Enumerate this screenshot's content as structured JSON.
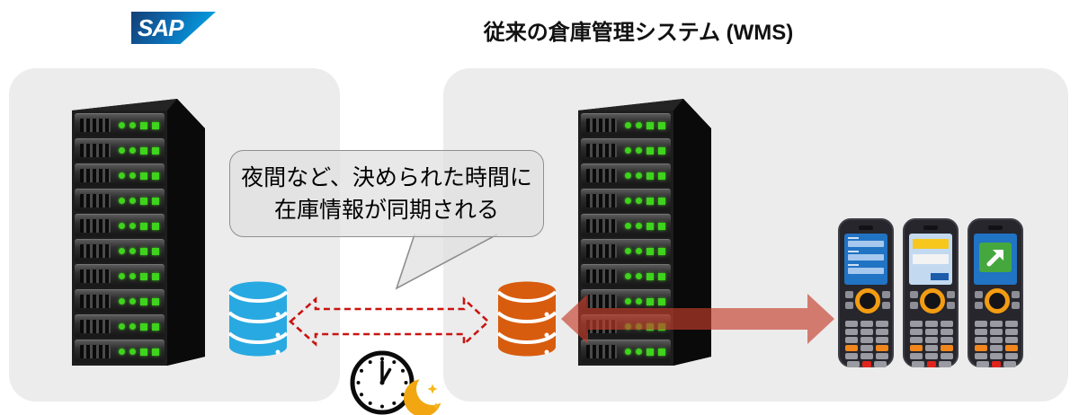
{
  "header": {
    "sap_logo_text": "SAP",
    "title": "従来の倉庫管理システム (WMS)"
  },
  "callout": {
    "line1": "夜間など、決められた時間に",
    "line2": "在庫情報が同期される"
  },
  "diagram": {
    "left_system": {
      "icons": [
        "server-rack-icon",
        "blue-database-icon"
      ]
    },
    "right_system": {
      "icons": [
        "server-rack-icon",
        "orange-database-icon",
        "handheld-terminal-icon"
      ]
    },
    "sync_arrow_icon": "dashed-double-headed-arrow-icon",
    "transfer_arrow_icon": "red-double-headed-arrow-icon",
    "night_time_icons": [
      "clock-icon",
      "crescent-moon-icon",
      "star-icon"
    ],
    "server_unit_count": 10,
    "terminal_count": 3
  },
  "colors": {
    "sap_blue_dark": "#123f76",
    "sap_blue_mid": "#0e6cb2",
    "sap_blue_light": "#00aeef",
    "title_color": "#111111",
    "panel_gray": "#ececec",
    "database_blue": "#29a9e1",
    "database_orange": "#d85c0e",
    "arrow_red": "#c91410",
    "transfer_red": "rgba(198,62,45,0.65)",
    "led_green": "#3ed31c",
    "bubble_fill": "rgba(224,224,224,0.75)",
    "bubble_border": "#8f8f8f",
    "night_gold": "#f2a712",
    "star_gold": "#f5b71a",
    "terminal_orange": "#f39c12"
  }
}
